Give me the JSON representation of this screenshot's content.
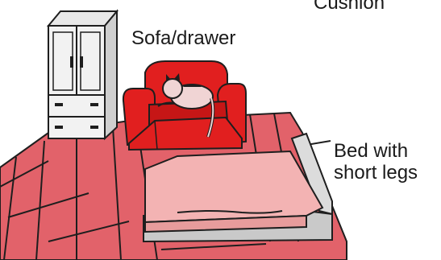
{
  "labels": {
    "cushion": "Cushion",
    "sofa": "Sofa/drawer",
    "bed_line1": "Bed with",
    "bed_line2": "short legs"
  },
  "colors": {
    "floor": "#e2626a",
    "floor_lines": "#1e1e1e",
    "sofa": "#e11f1f",
    "sofa_shadow": "#b81414",
    "cabinet": "#f2f2f2",
    "bed_mattress": "#f3b3b3",
    "bed_frame": "#c9c9c9"
  },
  "icons": [
    "wardrobe-icon",
    "sofa-icon",
    "cat-icon",
    "bed-icon"
  ]
}
